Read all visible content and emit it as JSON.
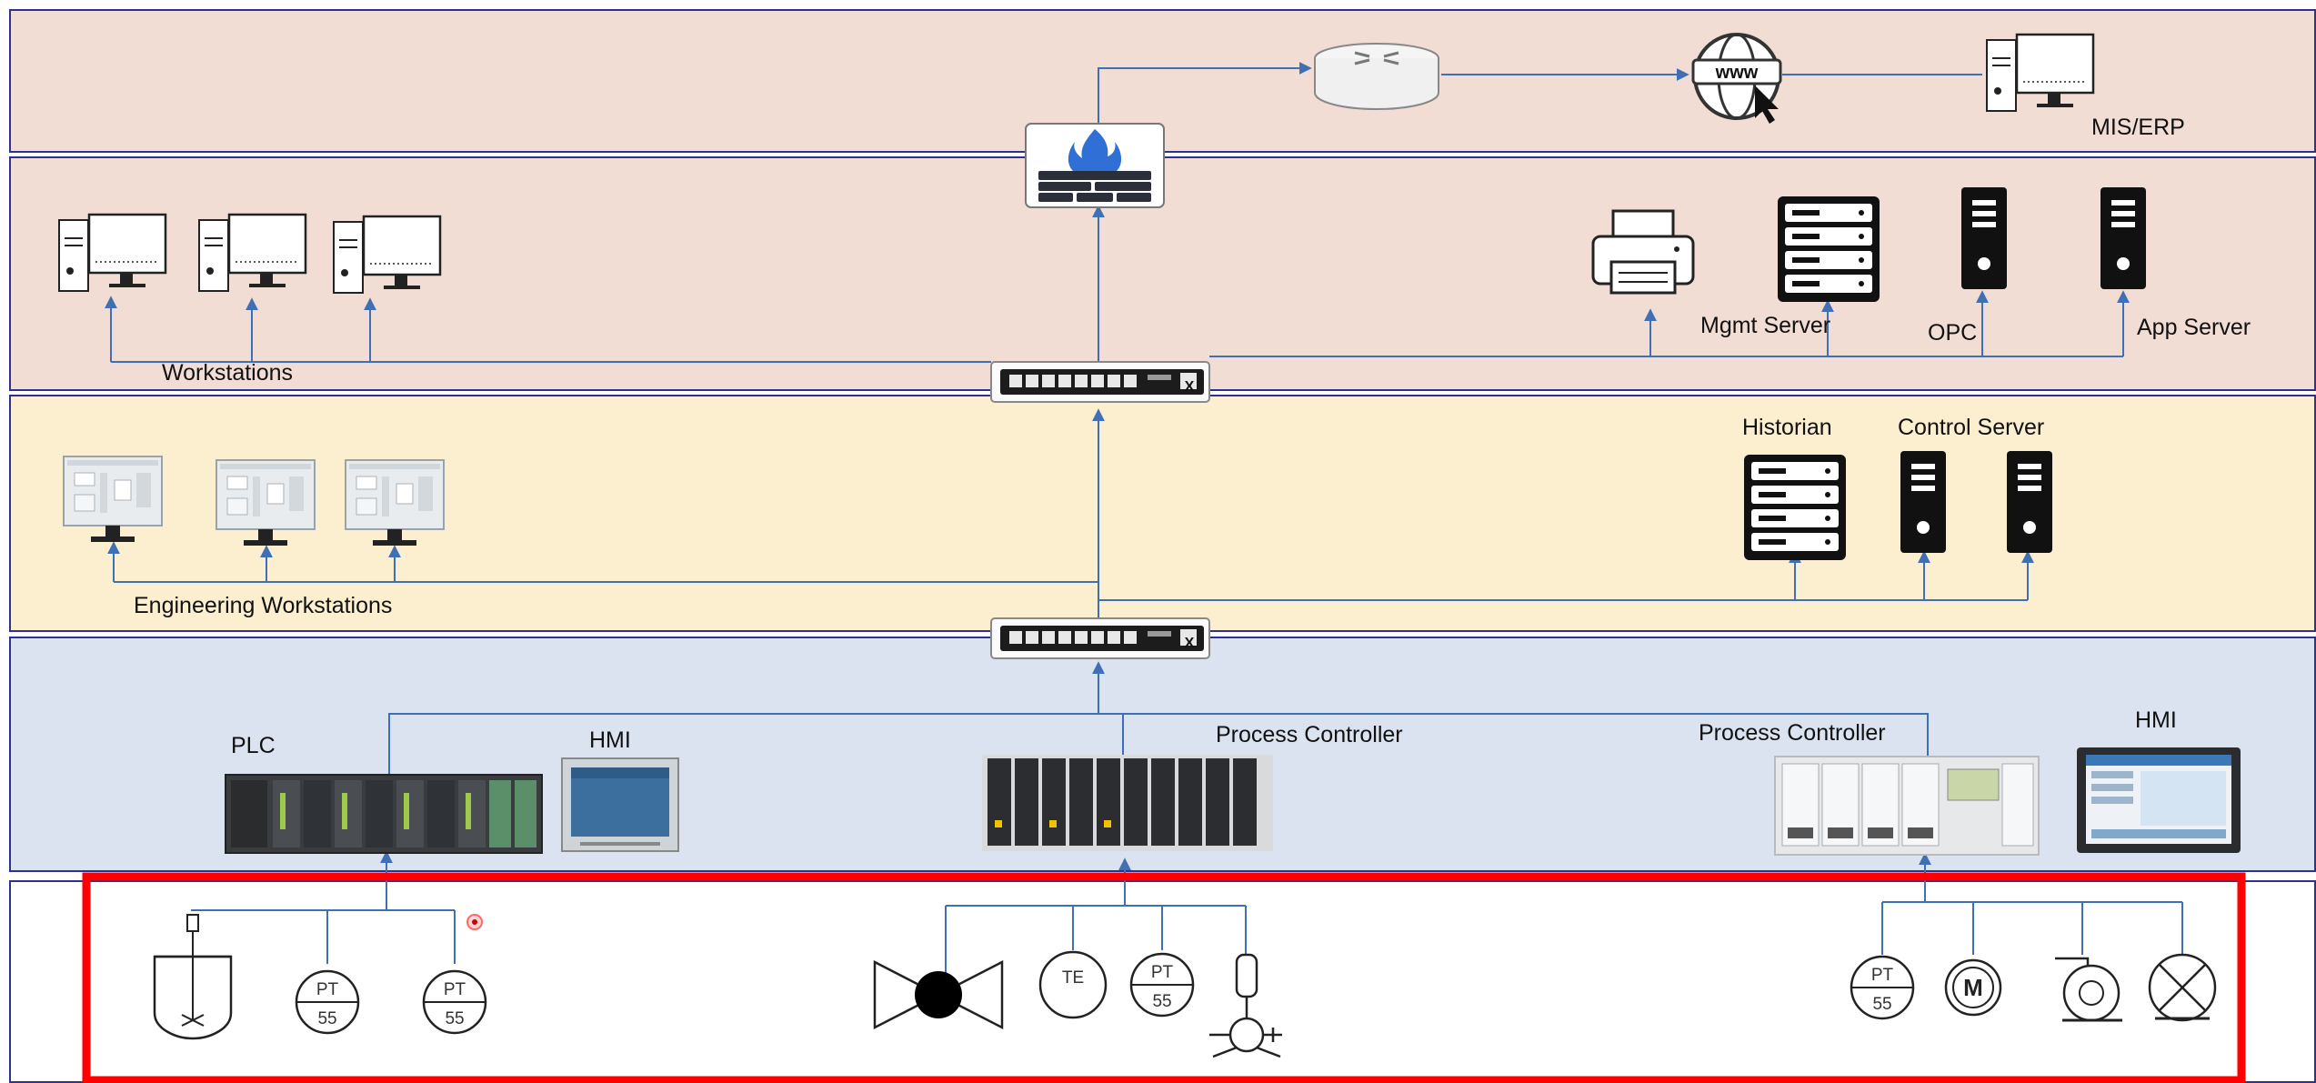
{
  "labels": {
    "mis_erp": "MIS/ERP",
    "workstations": "Workstations",
    "mgmt_server": "Mgmt Server",
    "opc": "OPC",
    "app_server": "App Server",
    "historian": "Historian",
    "control_server": "Control Server",
    "engineering_workstations": "Engineering Workstations",
    "plc": "PLC",
    "hmi_left": "HMI",
    "process_controller_center": "Process Controller",
    "process_controller_right": "Process Controller",
    "hmi_right": "HMI"
  },
  "instruments": {
    "pt_top": "PT",
    "pt_bottom": "55",
    "te": "TE",
    "motor": "M"
  },
  "switch_badge": "X",
  "internet_text": "www",
  "colors": {
    "enterprise_band": "#f2ddd5",
    "operations_band": "#fbefd0",
    "control_band": "#dbe3f0",
    "field_band": "#ffffff",
    "band_border": "#2e3192",
    "connector": "#5b7fb8",
    "highlight": "#ff0000"
  }
}
